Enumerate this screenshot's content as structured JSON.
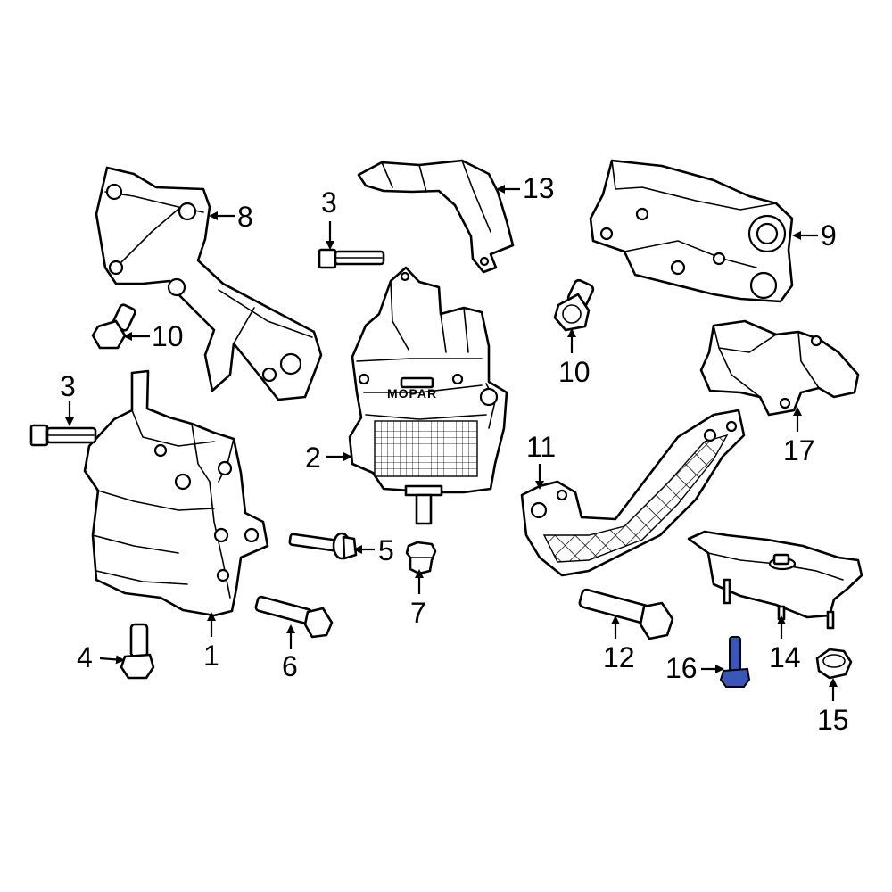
{
  "diagram": {
    "highlight_color": "#3a56b8",
    "line_color": "#000000",
    "background": "#ffffff",
    "logo_text": "MOPAR",
    "callouts": [
      {
        "id": "c1",
        "label": "1"
      },
      {
        "id": "c2",
        "label": "2"
      },
      {
        "id": "c3a",
        "label": "3"
      },
      {
        "id": "c3b",
        "label": "3"
      },
      {
        "id": "c4",
        "label": "4"
      },
      {
        "id": "c5",
        "label": "5"
      },
      {
        "id": "c6",
        "label": "6"
      },
      {
        "id": "c7",
        "label": "7"
      },
      {
        "id": "c8",
        "label": "8"
      },
      {
        "id": "c9",
        "label": "9"
      },
      {
        "id": "c10a",
        "label": "10"
      },
      {
        "id": "c10b",
        "label": "10"
      },
      {
        "id": "c11",
        "label": "11"
      },
      {
        "id": "c12",
        "label": "12"
      },
      {
        "id": "c13",
        "label": "13"
      },
      {
        "id": "c14",
        "label": "14"
      },
      {
        "id": "c15",
        "label": "15"
      },
      {
        "id": "c16",
        "label": "16"
      },
      {
        "id": "c17",
        "label": "17"
      }
    ],
    "highlighted_part": "16"
  }
}
